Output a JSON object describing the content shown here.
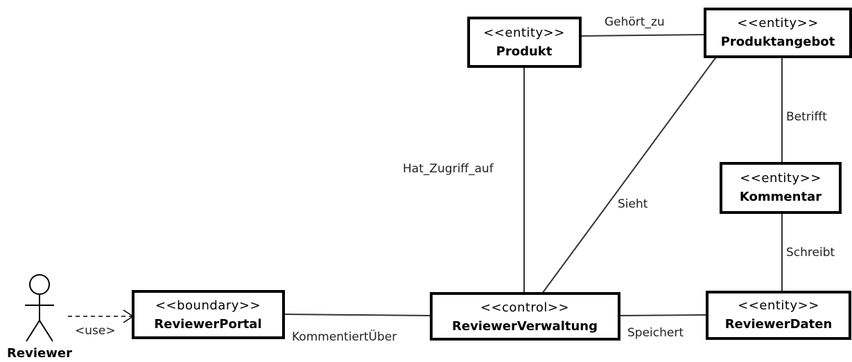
{
  "actor": {
    "name": "Reviewer"
  },
  "dependency": {
    "label": "<use>"
  },
  "classes": {
    "produkt": {
      "stereotype": "<<entity>>",
      "name": "Produkt"
    },
    "produktangebot": {
      "stereotype": "<<entity>>",
      "name": "Produktangebot"
    },
    "kommentar": {
      "stereotype": "<<entity>>",
      "name": "Kommentar"
    },
    "reviewerportal": {
      "stereotype": "<<boundary>>",
      "name": "ReviewerPortal"
    },
    "reviewerverwaltung": {
      "stereotype": "<<control>>",
      "name": "ReviewerVerwaltung"
    },
    "reviewerdaten": {
      "stereotype": "<<entity>>",
      "name": "ReviewerDaten"
    }
  },
  "associations": {
    "gehoert_zu": "Gehört_zu",
    "hat_zugriff_auf": "Hat_Zugriff_auf",
    "sieht": "Sieht",
    "betrifft": "Betrifft",
    "schreibt": "Schreibt",
    "kommentiert_ueber": "KommentiertÜber",
    "speichert": "Speichert"
  }
}
